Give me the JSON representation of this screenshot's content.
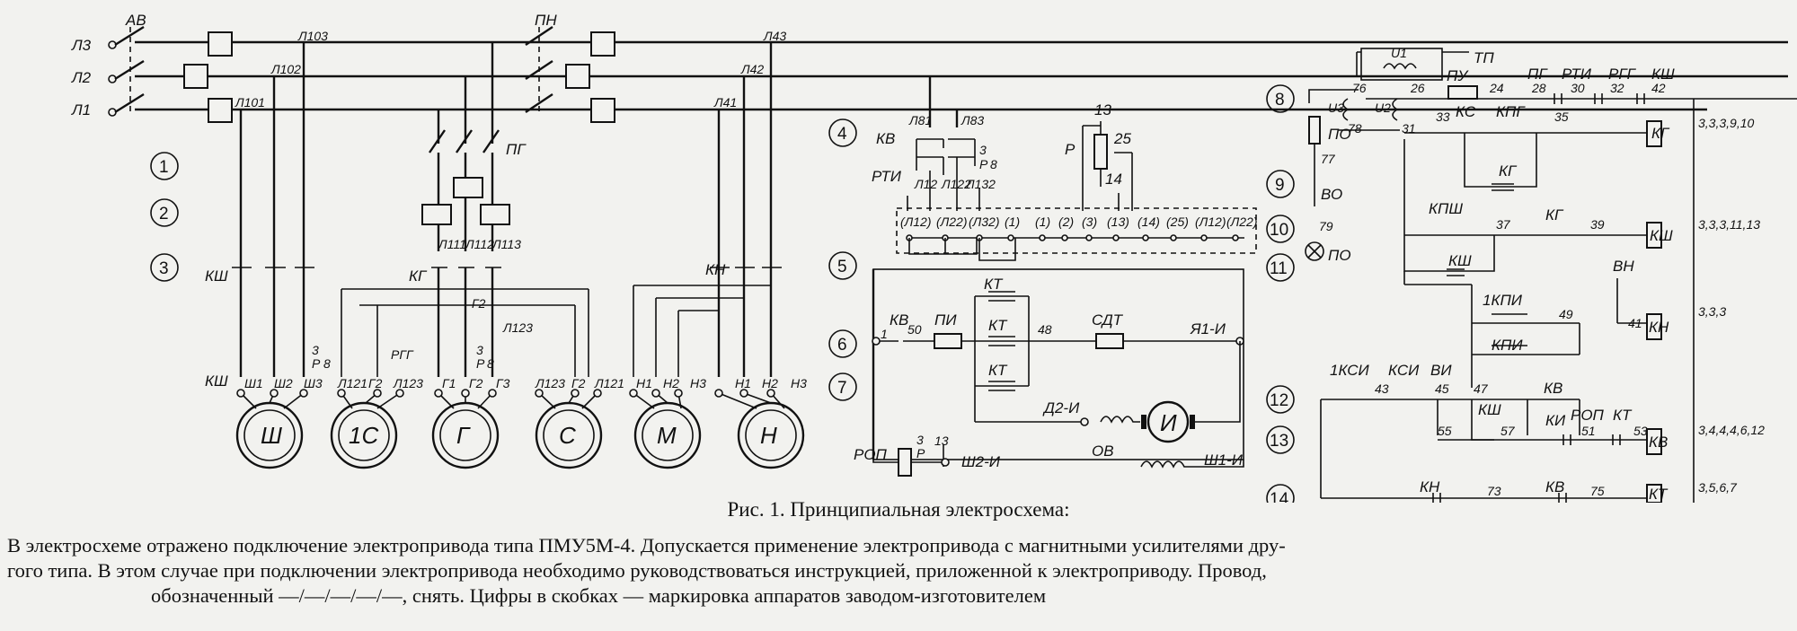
{
  "figure": {
    "caption": "Рис. 1. Принципиальная электросхема:",
    "note_lines": [
      "В электросхеме отражено подключение электропривода типа ПМУ5М-4. Допускается применение электропривода с магнитными усилителями дру-",
      "гого типа. В этом случае при подключении электропривода необходимо руководствоваться инструкцией, приложенной к электроприводу. Провод,",
      "обозначенный —/—/—/—/—, снять. Цифры в скобках — маркировка аппаратов заводом-изготовителем"
    ]
  },
  "schematic": {
    "phase_labels": [
      "Л3",
      "Л2",
      "Л1"
    ],
    "breakers": [
      "АВ",
      "ПН"
    ],
    "wire_labels": [
      "Л103",
      "Л102",
      "Л101",
      "Л43",
      "Л42",
      "Л41",
      "Л111",
      "Л112",
      "Л113",
      "Л123",
      "Г2",
      "Л81",
      "Л83",
      "Л12",
      "Л122",
      "Л132"
    ],
    "row_numbers": [
      "1",
      "2",
      "3",
      "4",
      "5",
      "6",
      "7",
      "8",
      "9",
      "10",
      "11",
      "12",
      "13",
      "14"
    ],
    "motors": [
      {
        "id": "Ш",
        "terminals": [
          "Ш1",
          "Ш2",
          "Ш3"
        ]
      },
      {
        "id": "1С",
        "terminals": [
          "Л121",
          "Г2",
          "Л123"
        ]
      },
      {
        "id": "Г",
        "terminals": [
          "Г1",
          "Г2",
          "Г3"
        ]
      },
      {
        "id": "С",
        "terminals": [
          "Л123",
          "Г2",
          "Л121"
        ]
      },
      {
        "id": "М",
        "terminals": [
          "Н1",
          "Н2",
          "Н3"
        ]
      },
      {
        "id": "Н",
        "terminals": [
          "Н1",
          "Н2",
          "Н3"
        ]
      }
    ],
    "contactors": [
      "КШ",
      "КГ",
      "КН",
      "ПГ",
      "РГГ"
    ],
    "relay_fraction": [
      "3",
      "Р",
      "8"
    ],
    "terminal_block": [
      "(Л12)",
      "(Л22)",
      "(Л32)",
      "(1)",
      "(1)",
      "(2)",
      "(3)",
      "(13)",
      "(14)",
      "(25)",
      "(Л12)",
      "(Л22)"
    ],
    "drive": {
      "labels": [
        "КВ",
        "РТИ",
        "Р",
        "13",
        "14",
        "25",
        "КВ",
        "ПИ",
        "КТ",
        "КТ",
        "КТ",
        "СДТ",
        "Я1-И",
        "Д2-И",
        "И",
        "ОВ",
        "Ш1-И",
        "РОП",
        "Ш2-И",
        "1",
        "48",
        "50"
      ]
    },
    "control": {
      "top_labels": [
        "ТП",
        "U1",
        "U3",
        "U2",
        "ПУ",
        "ПГ",
        "РТИ",
        "РГГ",
        "КШ"
      ],
      "wire_numbers": [
        "76",
        "26",
        "24",
        "28",
        "30",
        "32",
        "42",
        "78",
        "31",
        "33",
        "35",
        "77",
        "79",
        "37",
        "39",
        "41",
        "49",
        "43",
        "45",
        "47",
        "55",
        "57",
        "51",
        "53",
        "73",
        "75"
      ],
      "device_labels": [
        "ПО",
        "КС",
        "КПГ",
        "КГ",
        "ВО",
        "ПО",
        "КПШ",
        "КГ",
        "КШ",
        "ВН",
        "1КПИ",
        "КПИ",
        "1КСИ",
        "КСИ",
        "ВИ",
        "КШ",
        "КВ",
        "КИ",
        "РОП",
        "КТ",
        "КН",
        "КВ"
      ],
      "coils": [
        {
          "id": "КГ",
          "refs": "3,3,3,9,10"
        },
        {
          "id": "КШ",
          "refs": "3,3,3,11,13"
        },
        {
          "id": "КН",
          "refs": "3,3,3"
        },
        {
          "id": "КВ",
          "refs": "3,4,4,4,6,12"
        },
        {
          "id": "КТ",
          "refs": "3,5,6,7"
        }
      ]
    }
  }
}
